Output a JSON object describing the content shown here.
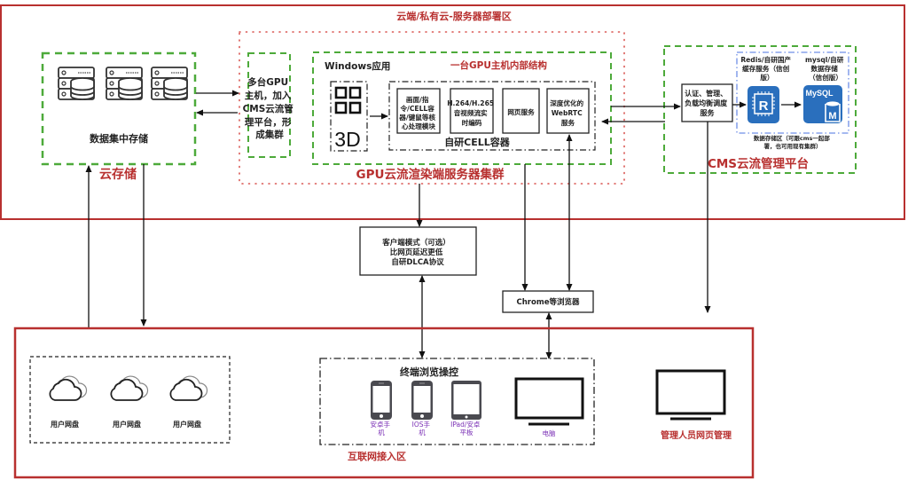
{
  "title": "云端/私有云-服务器部署区",
  "colors": {
    "zone_border": "#b8302f",
    "label_red": "#b8302f",
    "green_dash": "#4daa3a",
    "red_dots": "#d9534f",
    "blue_dash": "#6f8fe6",
    "icon_blue": "#2a6fbd",
    "purple_text": "#7a2fb5"
  },
  "cloud_zone": {
    "label": "云端/私有云-服务器部署区",
    "storage": {
      "caption": "数据集中存储",
      "label": "云存储",
      "servers": [
        "server-1",
        "server-2",
        "server-3"
      ]
    },
    "gpu_cluster": {
      "label": "GPU云流渲染端服务器集群",
      "multi_gpu_text": [
        "多台GPU",
        "主机，加入",
        "CMS云流管",
        "理平台，形",
        "成集群"
      ],
      "host": {
        "app_label": "Windows应用",
        "internal_label": "一台GPU主机内部结构",
        "app_icon_text": "3D",
        "cell_container": {
          "label": "自研CELL容器",
          "modules": [
            {
              "lines": [
                "画面/指",
                "令/CELL容",
                "器/键鼠等核",
                "心处理模块"
              ]
            },
            {
              "lines": [
                "H.264/H.265",
                "音视频流实",
                "时编码"
              ]
            },
            {
              "lines": [
                "网页服务"
              ]
            },
            {
              "lines": [
                "深度优化的",
                "WebRTC",
                "服务"
              ]
            }
          ]
        }
      }
    },
    "cms": {
      "label": "CMS云流管理平台",
      "auth_service": [
        "认证、管理、",
        "负载均衡调度",
        "服务"
      ],
      "redis": {
        "lines": [
          "Redis/自研国产",
          "缓存服务（信创",
          "版）"
        ],
        "icon_text": "R"
      },
      "mysql": {
        "lines": [
          "mysql/自研",
          "数据存储",
          "（信创版）"
        ],
        "icon_text": "MySQL",
        "badge": "M"
      },
      "data_area": [
        "数据存储区（可跟cms一起部",
        "署，也可用现有集群）"
      ]
    }
  },
  "middle": {
    "client_mode": [
      "客户端模式（可选）",
      "比网页延迟更低",
      "自研DLCA协议"
    ],
    "browser": "Chrome等浏览器"
  },
  "internet_zone": {
    "label": "互联网接入区",
    "netdisks": [
      "用户网盘",
      "用户网盘",
      "用户网盘"
    ],
    "terminal": {
      "title": "终端浏览操控",
      "devices": [
        {
          "lines": [
            "安卓手",
            "机"
          ],
          "type": "phone"
        },
        {
          "lines": [
            "IOS手",
            "机"
          ],
          "type": "phone"
        },
        {
          "lines": [
            "IPad/安卓",
            "平板"
          ],
          "type": "tablet"
        },
        {
          "lines": [
            "电脑"
          ],
          "type": "monitor"
        }
      ]
    },
    "admin": {
      "label": "管理人员网页管理"
    }
  }
}
